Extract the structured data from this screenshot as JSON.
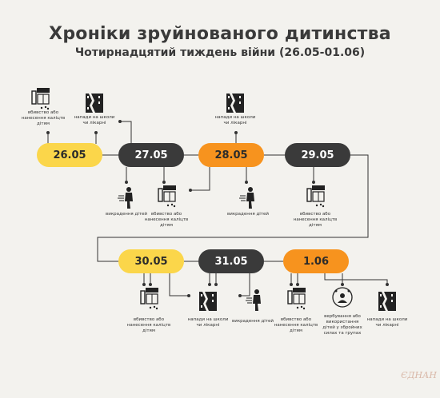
{
  "title": "Хроніки зруйнованого дитинства",
  "subtitle": "Чотирнадцятий тиждень війни (26.05-01.06)",
  "colors": {
    "yellow": "#fbd64a",
    "dark": "#3a3a3a",
    "orange": "#f7931e",
    "line": "#333333"
  },
  "dates": [
    "26.05",
    "27.05",
    "28.05",
    "29.05",
    "30.05",
    "31.05",
    "1.06"
  ],
  "captions": {
    "murder": "вбивство або нанесення каліцтв дітям",
    "attack": "напади на школи чи лікарні",
    "abduction": "викрадення дітей",
    "recruit": "вербування або використання дітей у збройних силах та групах"
  },
  "logo": "ЄДНАН"
}
